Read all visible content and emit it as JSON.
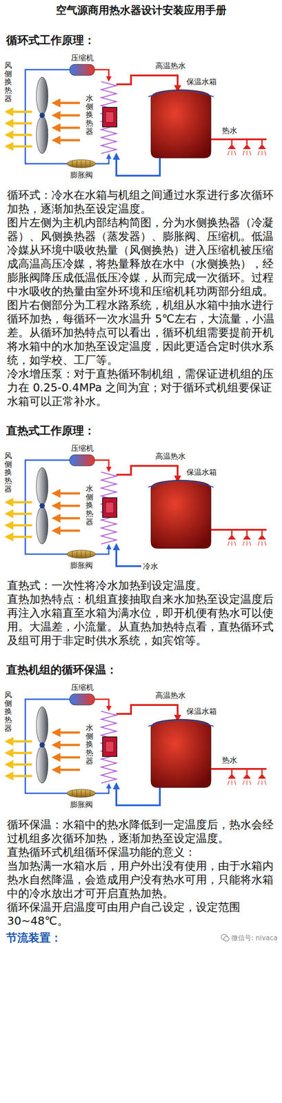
{
  "diagram": {
    "title": "空气源商用热水器设计安装应用手册",
    "labels": [
      "循环式工作原理：",
      "压缩机",
      "风侧换热器",
      "水侧换热器",
      "膨胀阀",
      "高温热水",
      "保温水箱",
      "热水",
      "循环式：冷水在水箱与机组之间通过水泵进行多次循环加热，逐渐加热至设定温度。",
      "图片左侧为主机内部结构简图，分为水侧换热器（冷凝器）、风侧换热器（蒸发器）、膨胀阀、压缩机。低温冷媒从环境中吸收热量（风侧换热）进入压缩机被压缩成高温高压冷媒，将热量释放在水中（水侧换热），经膨胀阀降压成低温低压冷媒，从而完成一次循环。过程中水吸收的热量由室外环境和压缩机耗功两部分组成。",
      "图片右侧部分为工程水路系统，机组从水箱中抽水进行循环加热，每循环一次水温升 5℃左右，大流量，小温差。从循环加热特点可以看出，循环机组需要提前开机将水箱中的水加热至设定温度，因此更适合定时供水系统，如学校、工厂等。",
      "冷水增压泵：对于直热循环制机组，需保证进机组的压力在 0.25-0.4MPa 之间为宜；对于循环式机组要保证水箱可以正常补水。",
      "直热式工作原理：",
      "压缩机",
      "风侧换热器",
      "水侧换热器",
      "膨胀阀",
      "高温热水",
      "保温水箱",
      "冷水",
      "直热式：一次性将冷水加热到设定温度。",
      "直热加热特点：机组直接抽取自来水加热至设定温度后再注入水箱直至水箱为满水位，即开机便有热水可以使用。大温差，小流量。从直热加热特点看，直热循环式及组可用于非定时供水系统，如宾馆等。",
      "直热机组的循环保温：",
      "压缩机",
      "风侧换热器",
      "水侧换热器",
      "膨胀阀",
      "高温热水",
      "保温水箱",
      "热水",
      "循环保温：水箱中的热水降低到一定温度后，热水会经过机组多次循环加热，逐渐加热至设定温度。",
      "直热循环式机组循环保温功能的意义：",
      "当加热满一水箱水后，用户外出没有使用，由于水箱内热水自然降温，会造成用户没有热水可用，只能将水箱中的冷水放出才可开启直热加热。",
      "循环保温开启温度可由用户自己设定，设定范围 30~48℃。",
      "节流装置：",
      "微信号: nivaca"
    ]
  }
}
